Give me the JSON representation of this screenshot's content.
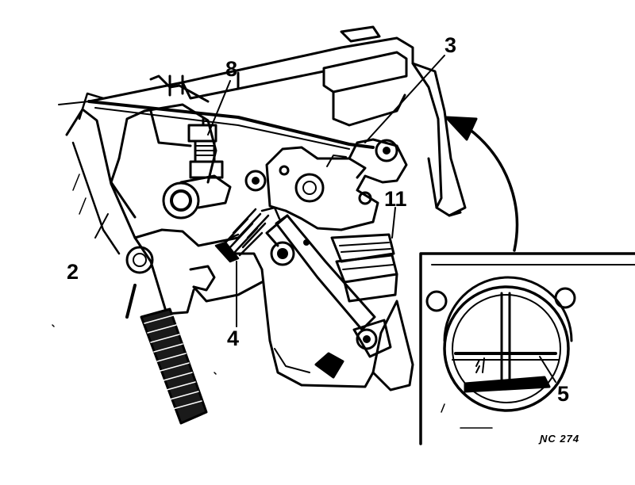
{
  "colors": {
    "ink": "#000000",
    "paper": "#ffffff",
    "shade": "#1a1a1a"
  },
  "callouts": {
    "c2": "2",
    "c3": "3",
    "c4": "4",
    "c5": "5",
    "c8": "8",
    "c11": "11"
  },
  "figure_ref": "ƝC 274"
}
